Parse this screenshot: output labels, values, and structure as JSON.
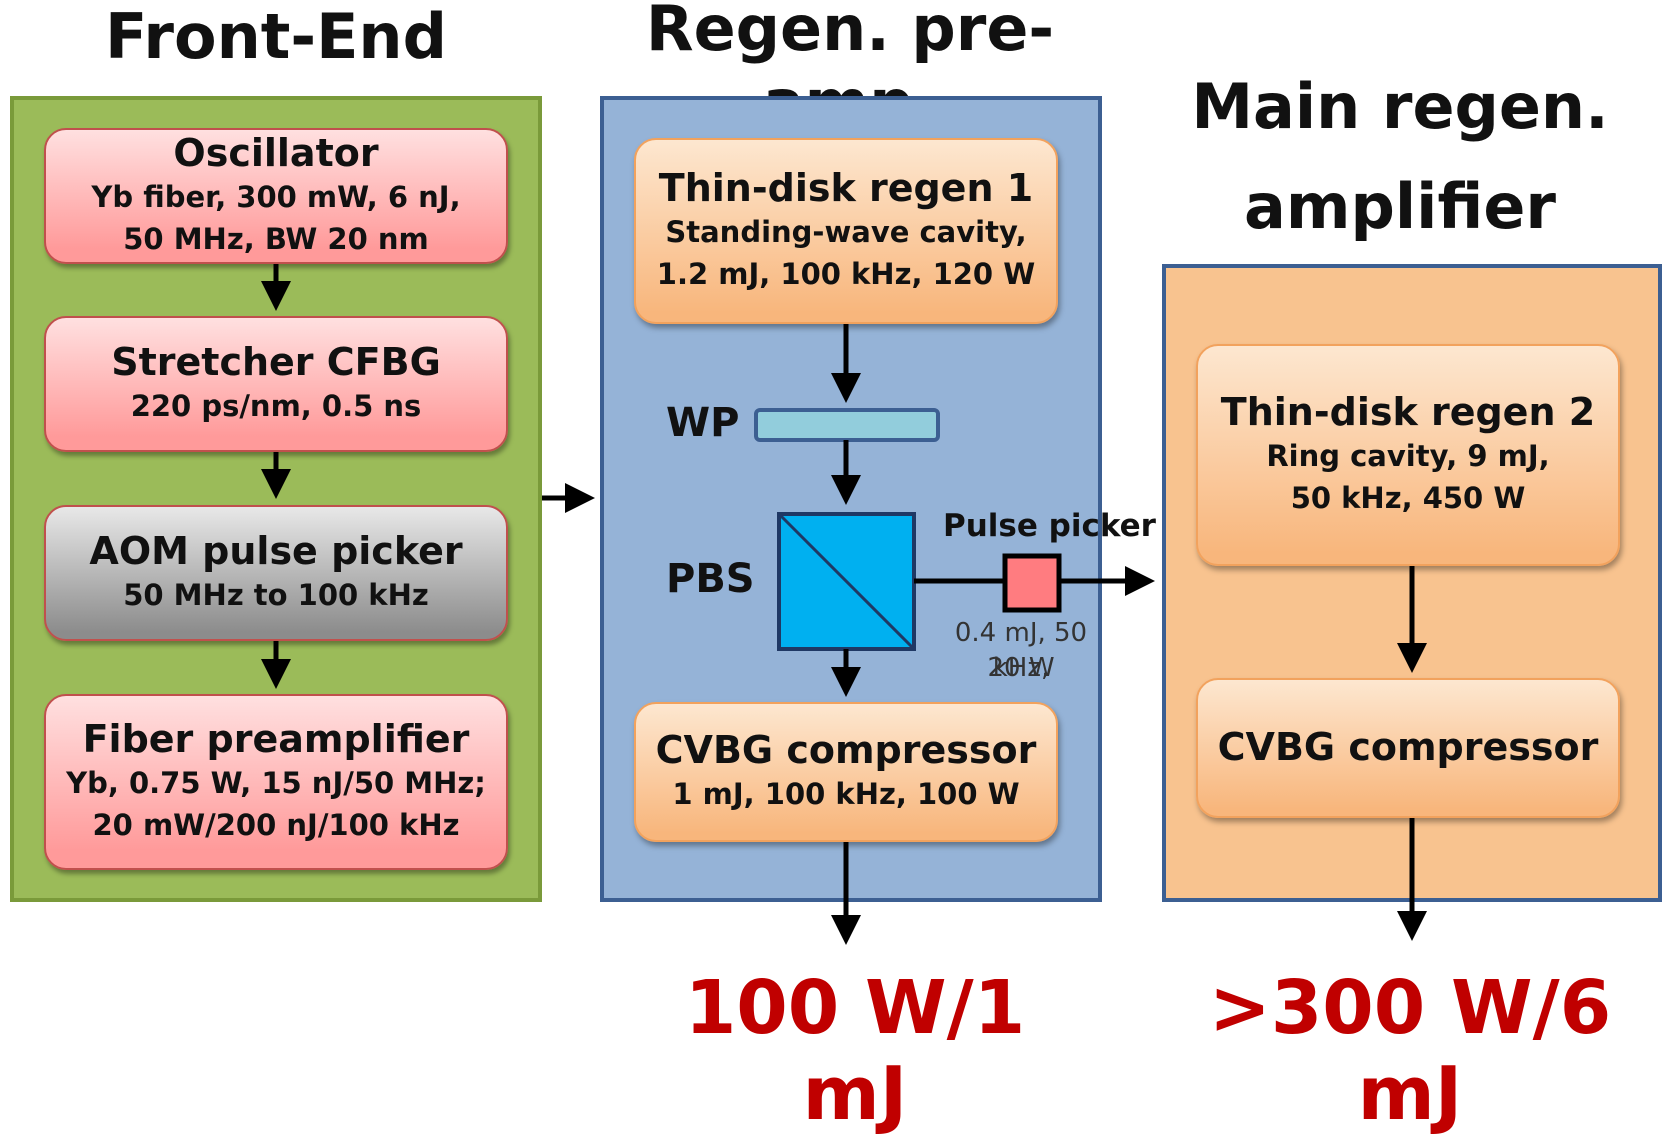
{
  "titles": {
    "front_end": "Front-End",
    "regen_preamp": "Regen. pre-amp.",
    "main_regen_line1": "Main regen.",
    "main_regen_line2": "amplifier"
  },
  "front_end": {
    "oscillator": {
      "title": "Oscillator",
      "line1": "Yb fiber, 300 mW, 6 nJ,",
      "line2": "50 MHz, BW 20 nm"
    },
    "stretcher": {
      "title": "Stretcher CFBG",
      "line1": "220 ps/nm, 0.5 ns"
    },
    "aom": {
      "title": "AOM pulse picker",
      "line1": "50 MHz to 100 kHz"
    },
    "fiber_preamp": {
      "title": "Fiber preamplifier",
      "line1": "Yb, 0.75 W, 15 nJ/50 MHz;",
      "line2": "20 mW/200 nJ/100 kHz"
    }
  },
  "regen_preamp": {
    "regen1": {
      "title": "Thin-disk regen 1",
      "line1": "Standing-wave cavity,",
      "line2": "1.2 mJ, 100 kHz, 120 W"
    },
    "wp_label": "WP",
    "pbs_label": "PBS",
    "pulse_picker_label": "Pulse picker",
    "pulse_picker_spec_line1": "0.4 mJ, 50 kHz,",
    "pulse_picker_spec_line2": "20 W",
    "compressor": {
      "title": "CVBG compressor",
      "line1": "1 mJ, 100 kHz, 100 W"
    }
  },
  "main_regen": {
    "regen2": {
      "title": "Thin-disk regen 2",
      "line1": "Ring cavity, 9 mJ,",
      "line2": "50 kHz, 450 W"
    },
    "compressor": {
      "title": "CVBG compressor"
    }
  },
  "outputs": {
    "preamp_output": "100 W/1 mJ",
    "main_output": ">300 W/6 mJ"
  },
  "colors": {
    "front_end_panel": "#9bbb59",
    "regen_preamp_panel": "#95b3d7",
    "main_regen_panel": "#f8c38f",
    "pbs_cube": "#00b0f0",
    "waveplate": "#92cddc",
    "pulse_picker": "#ff7c80",
    "output_text": "#c00000"
  }
}
